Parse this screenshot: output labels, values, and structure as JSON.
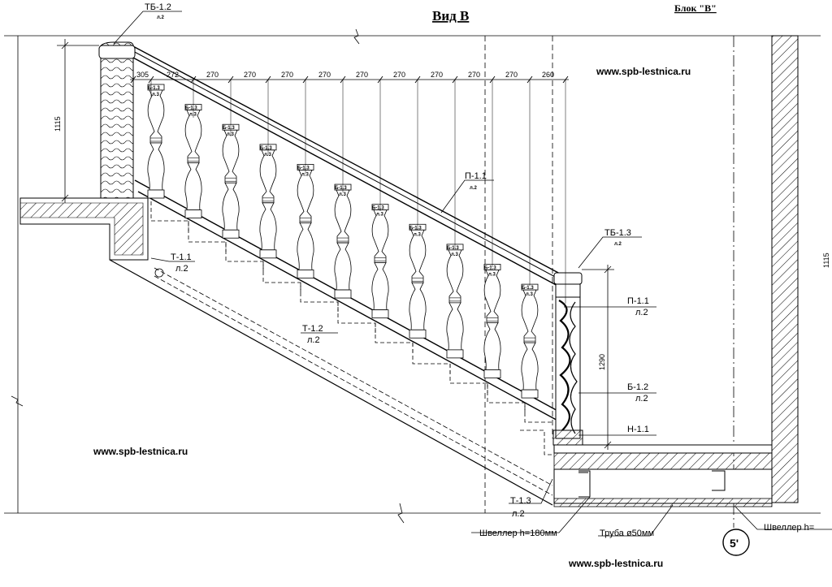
{
  "title": "Вид В",
  "block_label": "Блок \"В\"",
  "watermarks": [
    "www.spb-lestnica.ru",
    "www.spb-lestnica.ru",
    "www.spb-lestnica.ru"
  ],
  "dims": {
    "spacing": [
      "305",
      "272",
      "270",
      "270",
      "270",
      "270",
      "270",
      "270",
      "270",
      "270",
      "270",
      "260"
    ],
    "left_height": "1115",
    "right_height": "1290",
    "far_right": "1115"
  },
  "baluster_tag": "Б-1.3",
  "baluster_sheet": "л.3",
  "callouts": {
    "tb12": {
      "code": "ТБ-1.2",
      "sheet": "л.2"
    },
    "p11_top": {
      "code": "П-1.1",
      "sheet": "л.2"
    },
    "tb13": {
      "code": "ТБ-1.3",
      "sheet": "л.2"
    },
    "t11": {
      "code": "Т-1.1",
      "sheet": "л.2"
    },
    "t12": {
      "code": "Т-1.2",
      "sheet": "л.2"
    },
    "p11_right": {
      "code": "П-1.1",
      "sheet": "л.2"
    },
    "b12": {
      "code": "Б-1.2",
      "sheet": "л.2"
    },
    "n11": {
      "code": "Н-1.1"
    },
    "t13": {
      "code": "Т-1.3",
      "sheet": "л.2"
    }
  },
  "bottom_labels": {
    "channel": "Швеллер h=180мм",
    "pipe": "Труба ø50мм",
    "channel_right": "Швеллер h="
  },
  "axis_marker": "5'"
}
